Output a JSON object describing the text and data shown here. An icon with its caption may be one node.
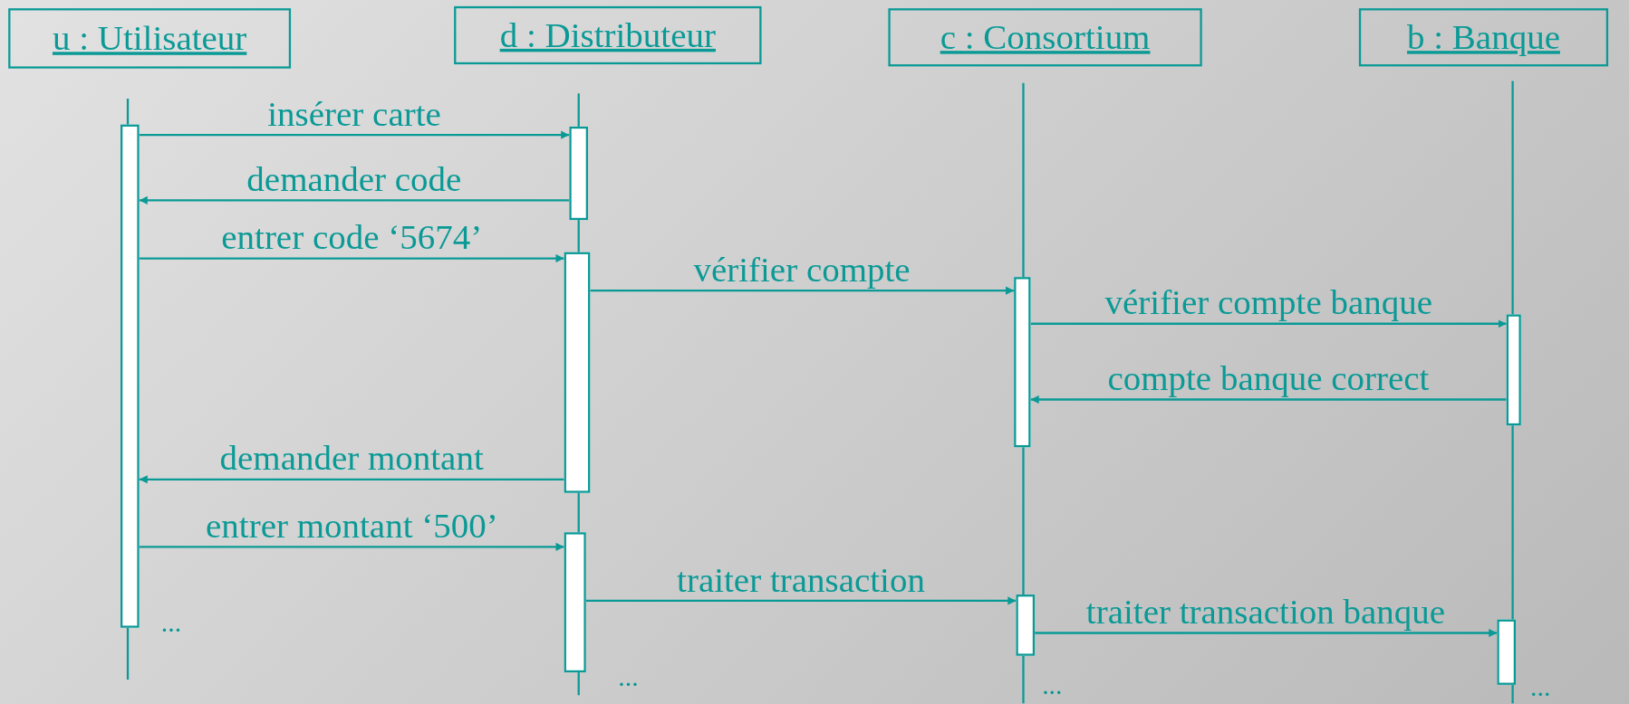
{
  "diagram": {
    "nodes": [
      {
        "text": [
          "u : Utilisateur"
        ]
      },
      {
        "text": [
          "d : Distributeur"
        ]
      },
      {
        "text": [
          "c : Consortium"
        ]
      },
      {
        "text": [
          "b : Banque"
        ]
      },
      {
        "text": [],
        "shape": "bar"
      },
      {
        "text": [],
        "shape": "bar"
      },
      {
        "text": [],
        "shape": "bar"
      },
      {
        "text": [],
        "shape": "bar"
      },
      {
        "text": [],
        "shape": "bar"
      },
      {
        "text": [],
        "shape": "bar"
      },
      {
        "text": [],
        "shape": "bar"
      },
      {
        "text": [],
        "shape": "bar"
      }
    ],
    "edges": [
      {
        "from": 4,
        "to": 5,
        "arrow": "to",
        "label": "insérer carte"
      },
      {
        "from": 5,
        "to": 4,
        "arrow": "to",
        "label": "demander code"
      },
      {
        "from": 4,
        "to": 6,
        "arrow": "to",
        "label": "entrer code ‘5674’"
      },
      {
        "from": 6,
        "to": 8,
        "arrow": "to",
        "label": "vérifier compte"
      },
      {
        "from": 8,
        "to": 10,
        "arrow": "to",
        "label": "vérifier compte banque"
      },
      {
        "from": 10,
        "to": 8,
        "arrow": "to",
        "label": "compte banque  correct"
      },
      {
        "from": 6,
        "to": 4,
        "arrow": "to",
        "label": "demander montant"
      },
      {
        "from": 4,
        "to": 7,
        "arrow": "to",
        "label": "entrer montant ‘500’"
      },
      {
        "from": 7,
        "to": 9,
        "arrow": "to",
        "label": "traiter transaction"
      },
      {
        "from": 9,
        "to": 11,
        "arrow": "to",
        "label": "traiter transaction banque"
      }
    ],
    "labels": [
      "...",
      "...",
      "...",
      "..."
    ]
  }
}
